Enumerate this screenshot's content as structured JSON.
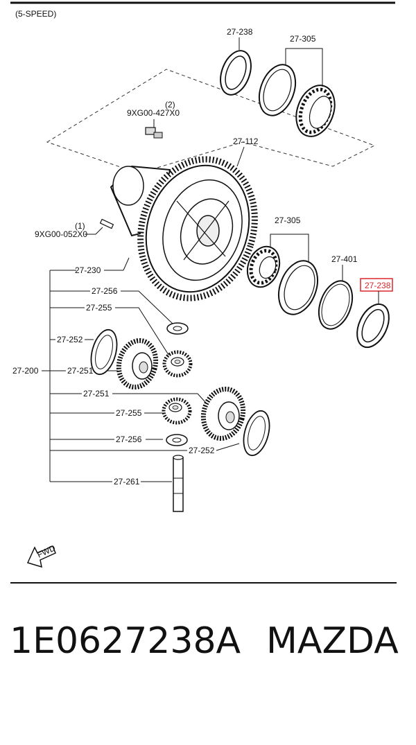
{
  "diagram": {
    "variant": "(5-SPEED)",
    "fwd_label": "FWD",
    "labels": {
      "seal_top": "27-238",
      "bearing_top": "27-305",
      "bolt_qty": "(2)",
      "bolt_part": "9XG00-427X0",
      "ring_gear": "27-112",
      "pin_qty": "(1)",
      "pin_part": "9XG00-052X0",
      "bearing_mid": "27-305",
      "shim": "27-401",
      "seal_highlight": "27-238",
      "case": "27-230",
      "washer_a": "27-256",
      "gear_a": "27-255",
      "thrust_a": "27-252",
      "group": "27-200",
      "side_gear_a": "27-251",
      "side_gear_b": "27-251",
      "gear_b": "27-255",
      "washer_b": "27-256",
      "thrust_b": "27-252",
      "shaft": "27-261"
    },
    "highlight_color": "#d9262b"
  },
  "caption": {
    "part_number": "1E0627238A",
    "brand": "MAZDA"
  }
}
